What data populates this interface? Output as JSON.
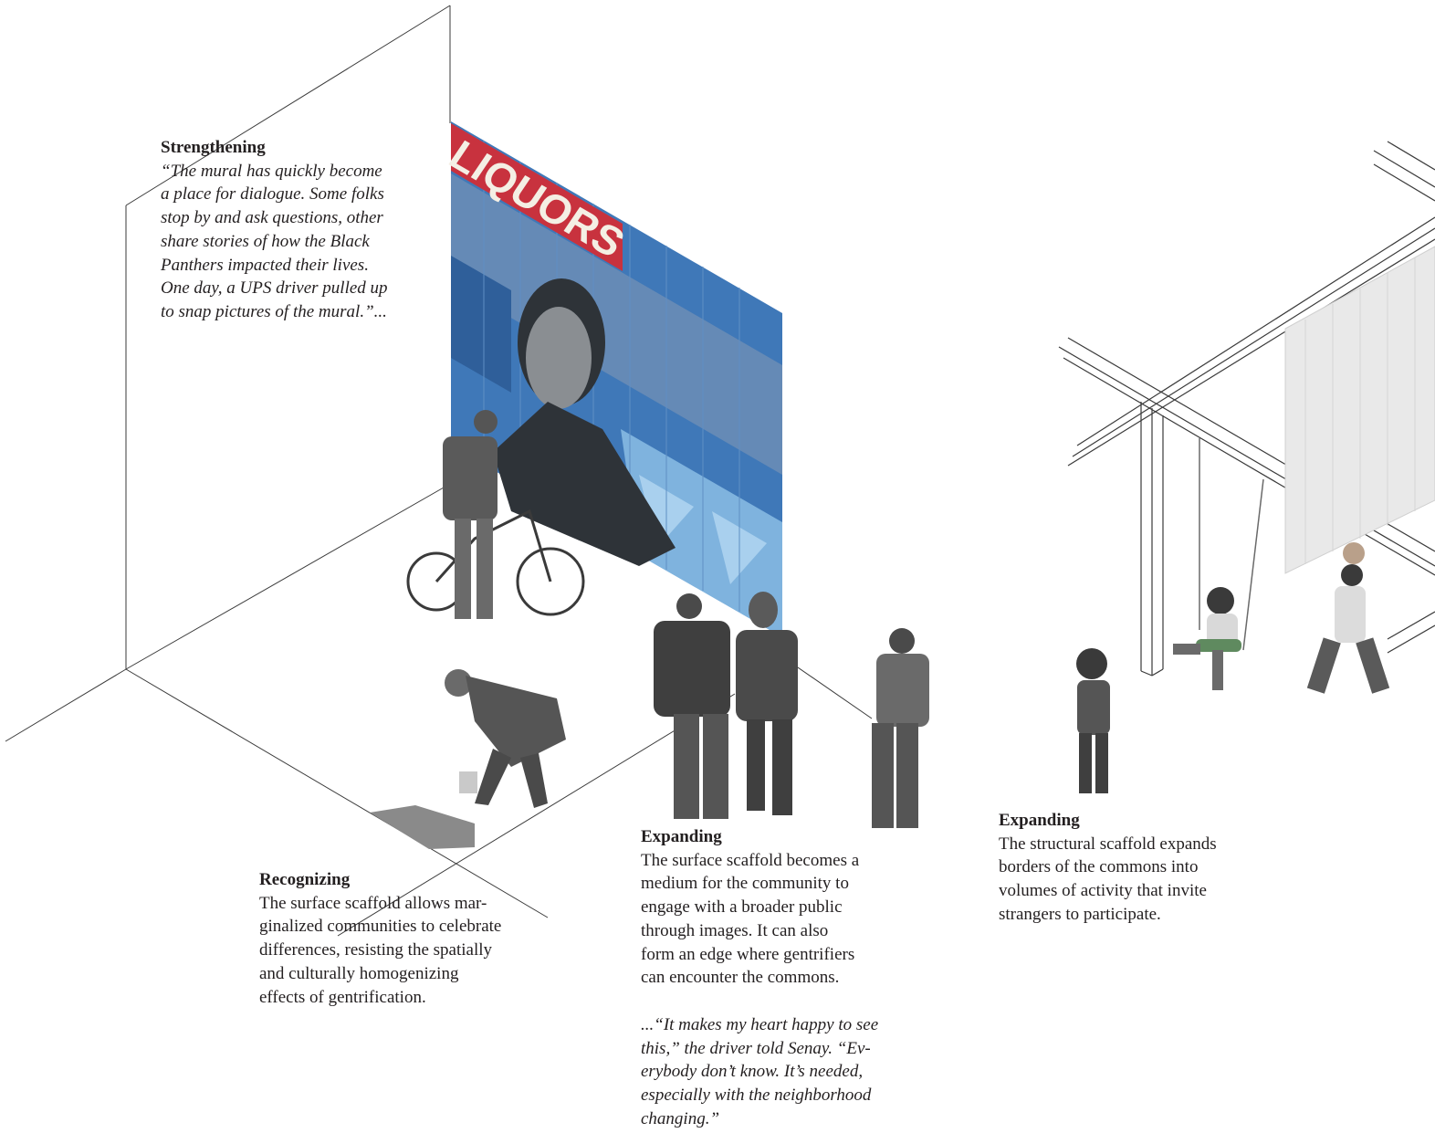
{
  "colors": {
    "text": "#231f20",
    "line": "#3a3a3a",
    "mural_blue": "#3f78b8",
    "mural_light": "#7fb3de",
    "sign_red": "#c8323e",
    "figure_gray": "#4a4a4a"
  },
  "mural": {
    "sign_text": "LIQUORS"
  },
  "annotations": {
    "strengthening": {
      "heading": "Strengthening",
      "lines": [
        "“The mural has quickly become",
        "a place for dialogue. Some folks",
        "stop by and ask questions, other",
        "share stories of how the Black",
        "Panthers impacted their lives.",
        "One day, a UPS driver pulled up",
        "to snap pictures of the mural.”..."
      ]
    },
    "recognizing": {
      "heading": "Recognizing",
      "lines": [
        "The surface scaffold allows mar-",
        "ginalized communities to celebrate",
        "differences, resisting the spatially",
        "and culturally homogenizing",
        "effects of gentrification."
      ]
    },
    "expanding_surface": {
      "heading": "Expanding",
      "lines": [
        "The surface scaffold becomes a",
        "medium for the community to",
        "engage with a broader public",
        "through images.  It can also",
        "form an edge where gentrifiers",
        "can encounter the commons."
      ]
    },
    "expanding_quote": {
      "lines": [
        "...“It makes my heart happy to see",
        "this,” the driver told Senay. “Ev-",
        "erybody don’t know. It’s needed,",
        "especially with the neighborhood",
        "changing.”"
      ]
    },
    "expanding_structural": {
      "heading": "Expanding",
      "lines": [
        "The structural scaffold expands",
        "borders of the commons into",
        "volumes of activity that invite",
        "strangers to participate."
      ]
    }
  }
}
